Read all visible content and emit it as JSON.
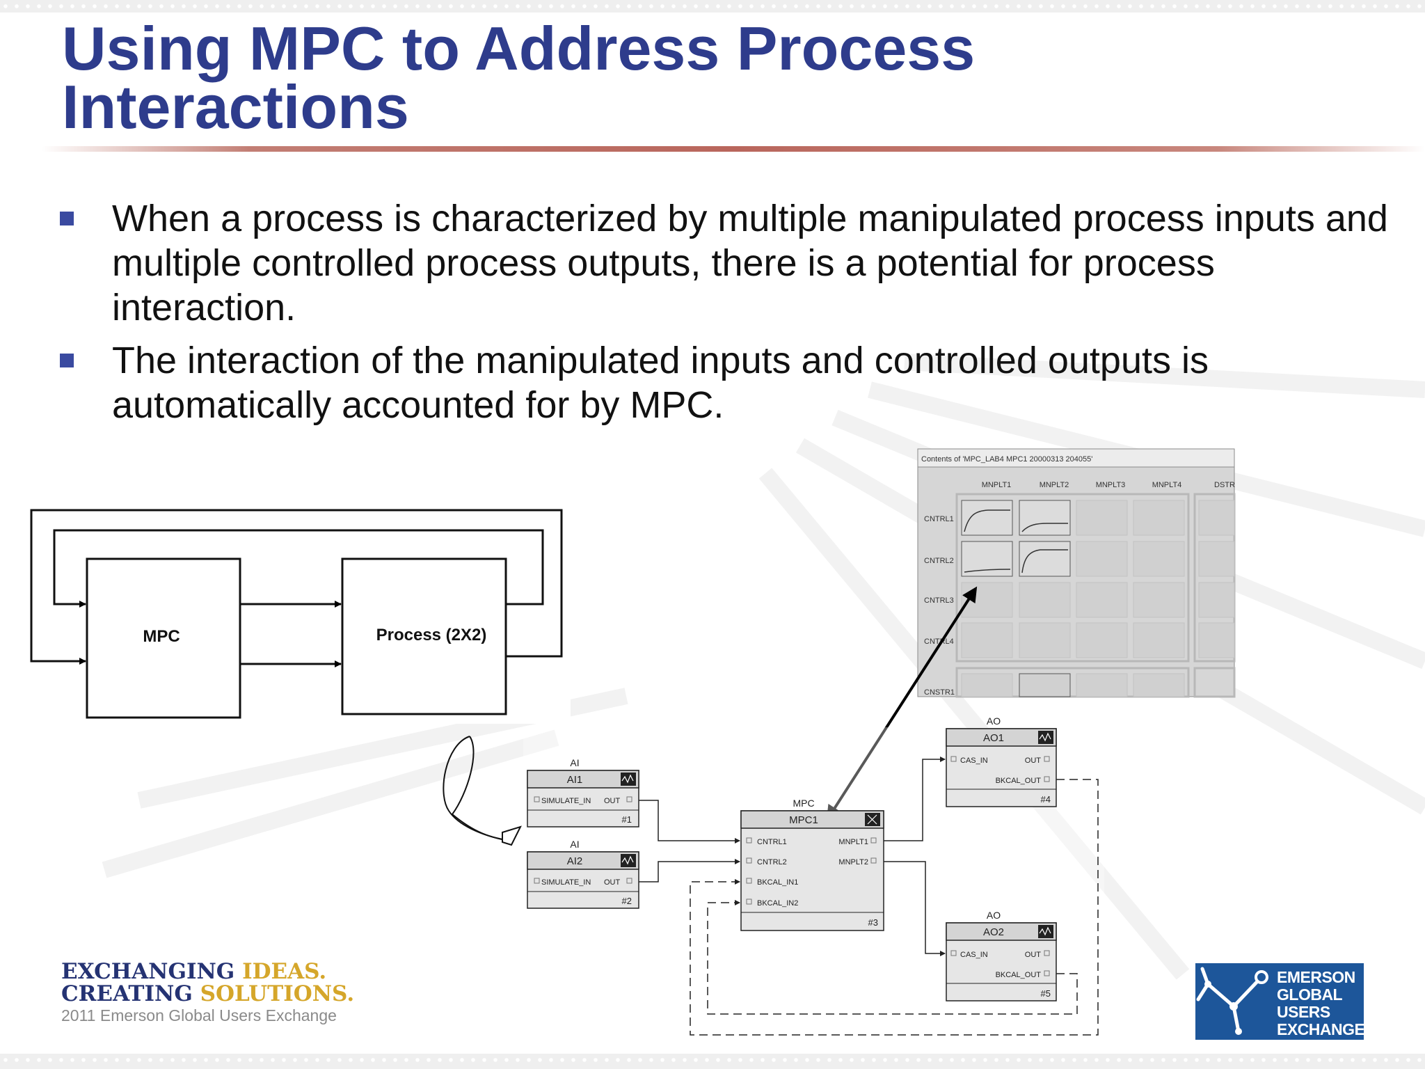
{
  "slide": {
    "title_line1": "Using MPC to Address Process",
    "title_line2": "Interactions",
    "bullets": [
      "When a process is characterized by multiple manipulated process inputs and multiple controlled process outputs, there is a potential for process interaction.",
      "The interaction of the manipulated inputs and controlled outputs is automatically accounted for by MPC."
    ]
  },
  "block_diagram": {
    "mpc_label": "MPC",
    "process_label": "Process (2X2)"
  },
  "matrix_viewer": {
    "title": "Contents of 'MPC_LAB4 MPC1 20000313 204055'",
    "columns": [
      "MNPLT1",
      "MNPLT2",
      "MNPLT3",
      "MNPLT4",
      "DSTR"
    ],
    "rows": [
      "CNTRL1",
      "CNTRL2",
      "CNTRL3",
      "CNTRL4",
      "CNSTR1"
    ]
  },
  "function_blocks": {
    "ai1": {
      "type": "AI",
      "name": "AI1",
      "param_in": "SIMULATE_IN",
      "param_out": "OUT",
      "number": "#1"
    },
    "ai2": {
      "type": "AI",
      "name": "AI2",
      "param_in": "SIMULATE_IN",
      "param_out": "OUT",
      "number": "#2"
    },
    "mpc": {
      "type": "MPC",
      "name": "MPC1",
      "inputs": [
        "CNTRL1",
        "CNTRL2",
        "BKCAL_IN1",
        "BKCAL_IN2"
      ],
      "outputs": [
        "MNPLT1",
        "MNPLT2"
      ],
      "number": "#3"
    },
    "ao1": {
      "type": "AO",
      "name": "AO1",
      "param_in": "CAS_IN",
      "param_out": "OUT",
      "param_bk": "BKCAL_OUT",
      "number": "#4"
    },
    "ao2": {
      "type": "AO",
      "name": "AO2",
      "param_in": "CAS_IN",
      "param_out": "OUT",
      "param_bk": "BKCAL_OUT",
      "number": "#5"
    }
  },
  "footer": {
    "logo_line1_a": "EXCHANGING",
    "logo_line1_b": "IDEAS.",
    "logo_line2_a": "CREATING",
    "logo_line2_b": "SOLUTIONS.",
    "logo_sub": "2011 Emerson Global Users Exchange",
    "badge_lines": [
      "EMERSON",
      "GLOBAL",
      "USERS",
      "EXCHANGE"
    ]
  },
  "colors": {
    "title": "#2e3c8c",
    "bullet": "#3a4aa0",
    "rule": "#b9665c",
    "badge": "#1d569a",
    "logo_gold": "#d5a62a"
  }
}
